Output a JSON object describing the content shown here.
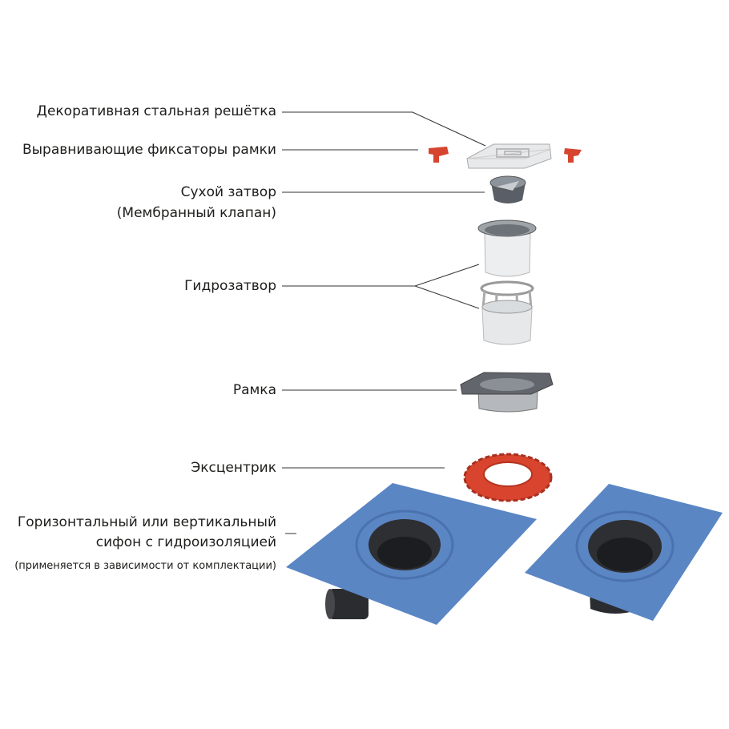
{
  "labels": {
    "grate": "Декоративная стальная решётка",
    "clips": "Выравнивающие фиксаторы рамки",
    "dry_seal_1": "Сухой затвор",
    "dry_seal_2": "(Мембранный клапан)",
    "water_seal": "Гидрозатвор",
    "frame": "Рамка",
    "eccentric": "Эксцентрик",
    "siphon_1": "Горизонтальный или вертикальный",
    "siphon_2": "сифон с гидроизоляцией",
    "siphon_note": "(применяется в зависимости от комплектации)"
  },
  "colors": {
    "membrane": "#5b86c4",
    "ring": "#d9442f",
    "rubber": "#2e2f33",
    "steel": "#b9bcc0"
  }
}
